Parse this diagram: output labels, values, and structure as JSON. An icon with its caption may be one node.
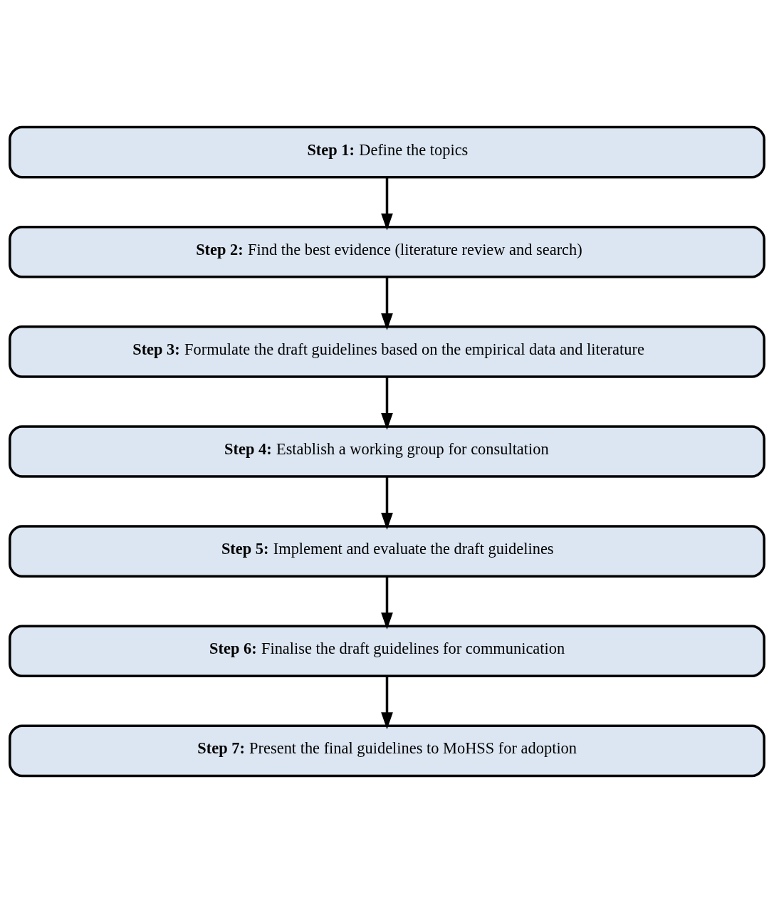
{
  "diagram": {
    "nodes": [
      {
        "text": [
          "**Step 1:** Define the topics"
        ]
      },
      {
        "text": [
          "**Step 2:** Find the best evidence (literature review and search)"
        ]
      },
      {
        "text": [
          "**Step 3:** Formulate the draft guidelines based on the empirical data and literature"
        ]
      },
      {
        "text": [
          "**Step 4:** Establish a working group for consultation"
        ]
      },
      {
        "text": [
          "**Step 5:** Implement and evaluate the draft guidelines"
        ]
      },
      {
        "text": [
          "**Step 6:** Finalise the draft guidelines for communication"
        ]
      },
      {
        "text": [
          "**Step 7:** Present the final guidelines to MoHSS for adoption"
        ]
      }
    ],
    "edges": [
      {
        "from": 0,
        "to": 1,
        "arrow": "to"
      },
      {
        "from": 1,
        "to": 2,
        "arrow": "to"
      },
      {
        "from": 2,
        "to": 3,
        "arrow": "to"
      },
      {
        "from": 3,
        "to": 4,
        "arrow": "to"
      },
      {
        "from": 4,
        "to": 5,
        "arrow": "to"
      },
      {
        "from": 5,
        "to": 6,
        "arrow": "to"
      }
    ]
  }
}
